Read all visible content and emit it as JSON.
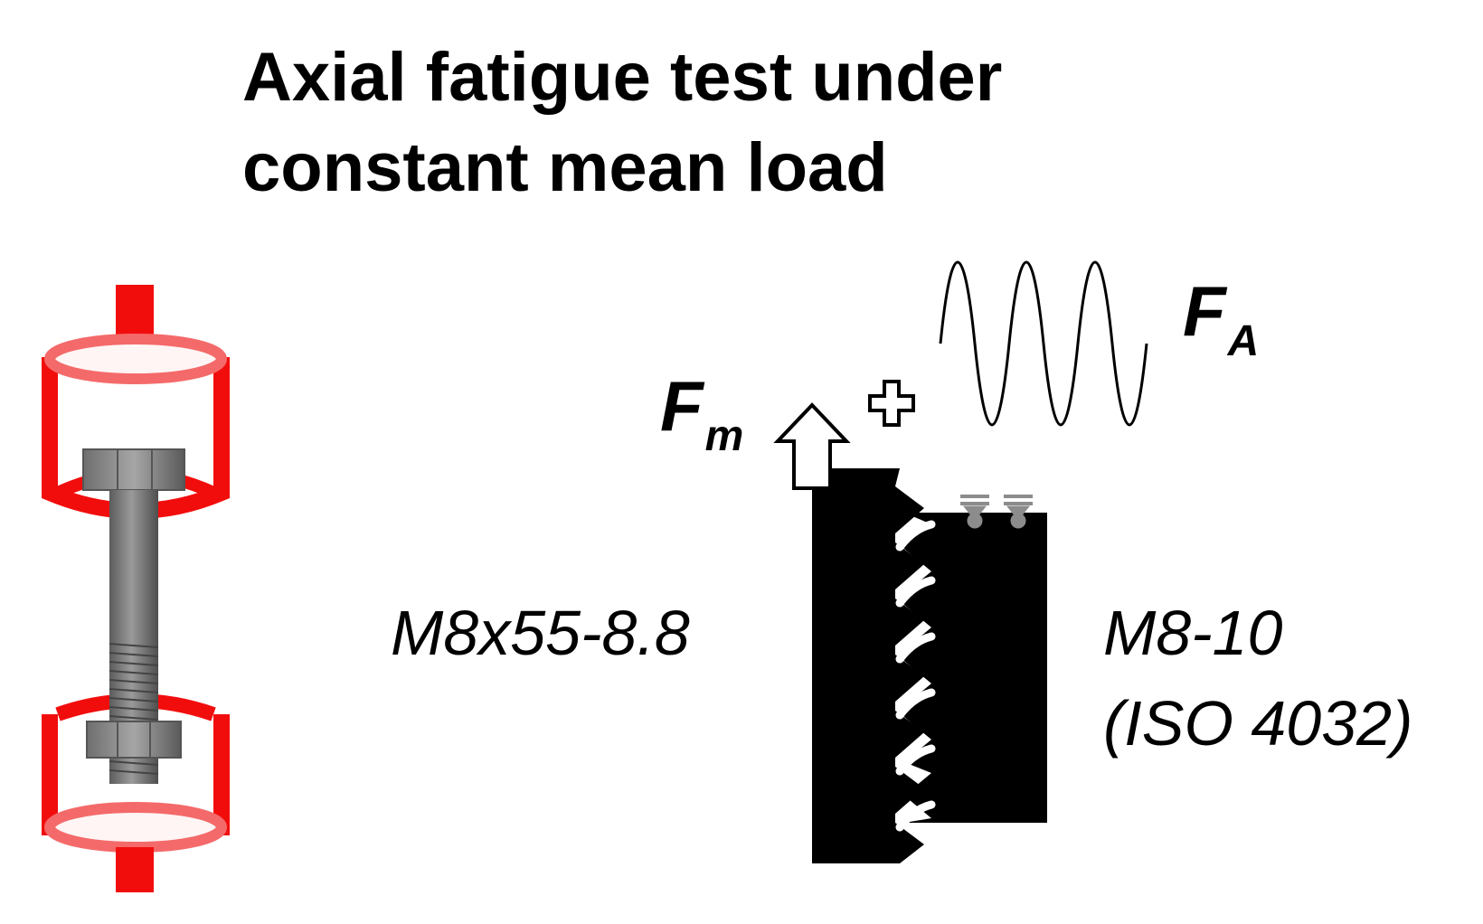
{
  "title": {
    "line1": "Axial fatigue test under",
    "line2": "constant mean load"
  },
  "bolt_label": "M8x55-8.8",
  "nut_label": {
    "line1": "M8-10",
    "line2": "(ISO 4032)"
  },
  "forces": {
    "mean": {
      "symbol": "F",
      "subscript": "m"
    },
    "alternating": {
      "symbol": "F",
      "subscript": "A"
    },
    "plus_sign": "+"
  },
  "colors": {
    "fixture": "#f20d0d",
    "fixture_light": "#f46a6a",
    "bolt": "#7a7a7a",
    "section": "#000000",
    "background": "#ffffff"
  },
  "icons": {
    "fixture": "test-fixture-icon",
    "arrow": "up-arrow-icon",
    "wave": "sine-wave-icon",
    "weld": "weld-mark-icon"
  }
}
